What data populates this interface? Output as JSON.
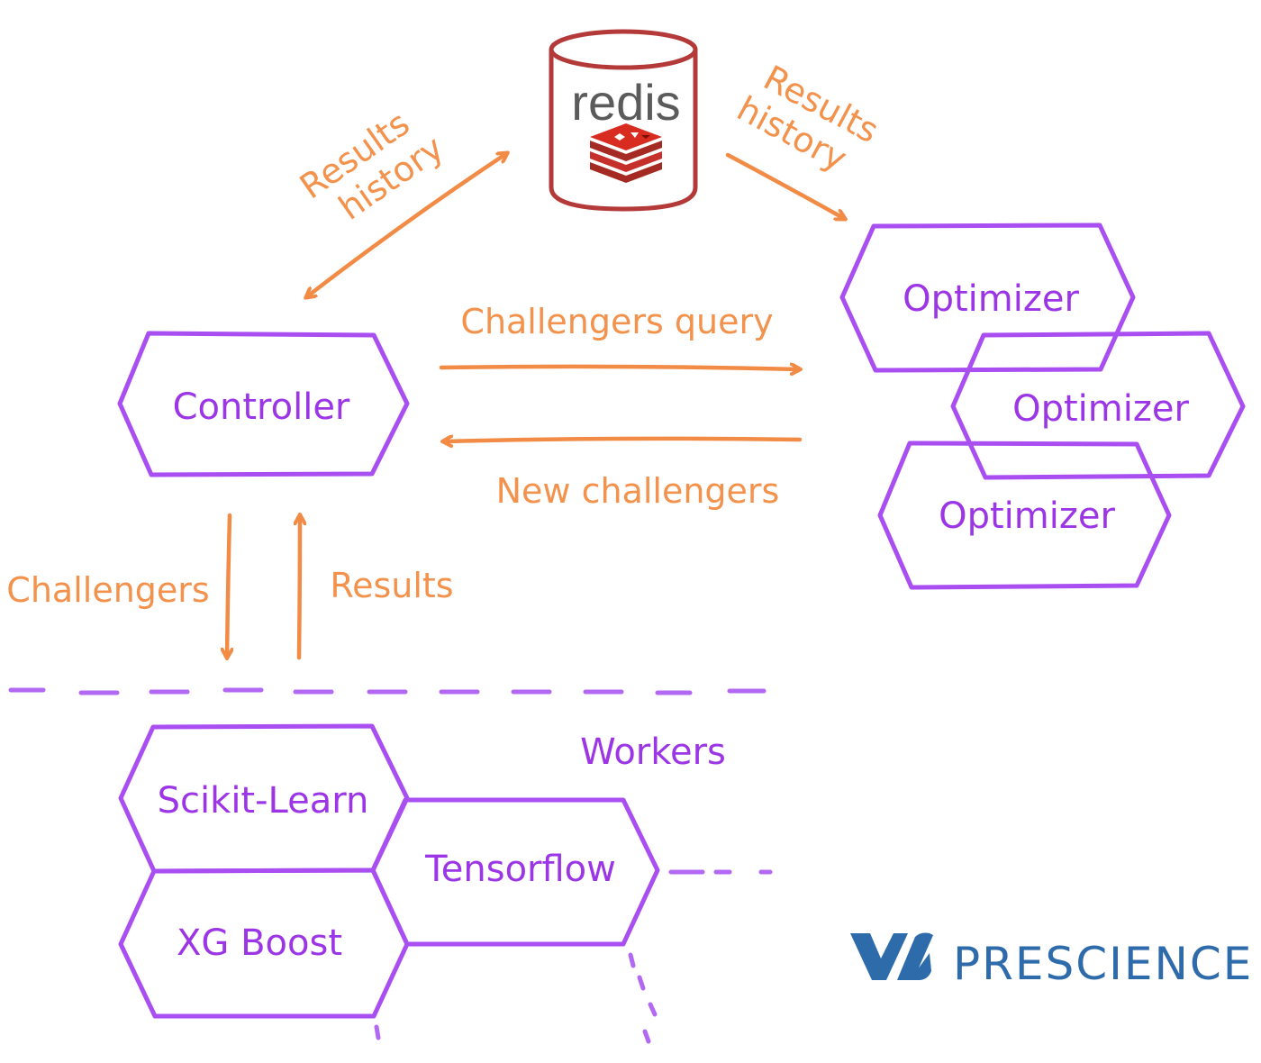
{
  "store": {
    "label": "redis",
    "icon": "redis-stack-icon"
  },
  "nodes": {
    "controller": "Controller",
    "optimizers": [
      "Optimizer",
      "Optimizer",
      "Optimizer"
    ]
  },
  "flows": {
    "controller_store": [
      "Results",
      "history"
    ],
    "store_optimizer": [
      "Results",
      "history"
    ],
    "challengers_query": "Challengers query",
    "new_challengers": "New challengers",
    "challengers": "Challengers",
    "results": "Results"
  },
  "workers": {
    "title": "Workers",
    "items": [
      "Scikit-Learn",
      "Tensorflow",
      "XG Boost"
    ]
  },
  "brand": {
    "name": "PRESCIENCE",
    "icon": "prescience-logo-icon"
  },
  "colors": {
    "node": "#a94ef0",
    "flow": "#f28b45",
    "store": "#b43a3a",
    "brand": "#2e6bab"
  }
}
